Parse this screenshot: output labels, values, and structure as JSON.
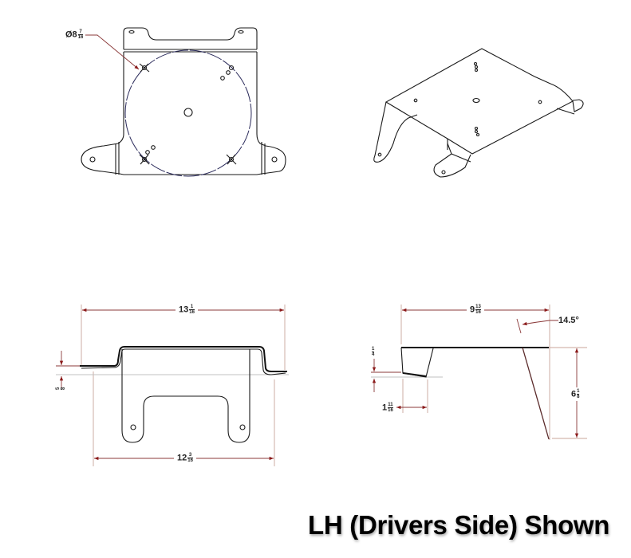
{
  "caption": "LH (Drivers Side) Shown",
  "colors": {
    "part_line": "#1a1a1a",
    "dimension_line": "#8b3a3a",
    "arrow": "#8b1a1a",
    "background": "#ffffff"
  },
  "views": {
    "top": {
      "hole_callout": {
        "prefix": "Ø8",
        "num": "7",
        "den": "16"
      }
    },
    "front": {
      "overall_width": {
        "whole": "13",
        "num": "1",
        "den": "16"
      },
      "inner_width": {
        "whole": "12",
        "num": "3",
        "den": "16"
      },
      "flange_offset": {
        "whole": "",
        "num": "5",
        "den": "8"
      }
    },
    "side": {
      "depth": {
        "whole": "9",
        "num": "13",
        "den": "16"
      },
      "angle": "14.5°",
      "height": {
        "whole": "6",
        "num": "1",
        "den": "8"
      },
      "flange_drop": {
        "whole": "",
        "num": "1",
        "den": "4"
      },
      "flange_length": {
        "whole": "1",
        "num": "11",
        "den": "16"
      }
    },
    "isometric": {}
  }
}
